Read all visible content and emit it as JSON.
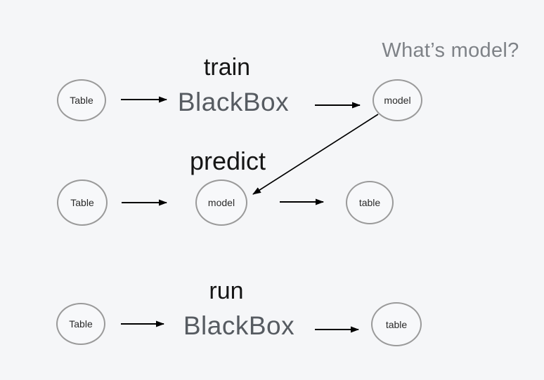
{
  "page": {
    "background": "#f5f6f8",
    "note": "What’s model?"
  },
  "colors": {
    "title_text": "#151515",
    "blackbox_text": "#565b61",
    "note_text": "#7e8287",
    "node_stroke": "#9a9a9a",
    "node_label_text": "#2a2a2a",
    "arrow": "#000000"
  },
  "rows": [
    {
      "title": "train",
      "source_node": "Table",
      "process_label": "BlackBox",
      "target_node": "model"
    },
    {
      "title": "predict",
      "source_node": "Table",
      "process_node": "model",
      "target_node": "table"
    },
    {
      "title": "run",
      "source_node": "Table",
      "process_label": "BlackBox",
      "target_node": "table"
    }
  ]
}
